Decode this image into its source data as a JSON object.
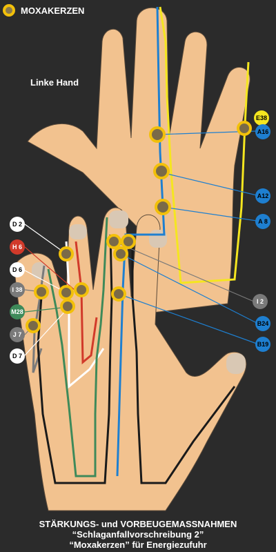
{
  "legend": {
    "label": "MOXAKERZEN"
  },
  "hand_label": "Linke Hand",
  "points": {
    "E38": "E38",
    "A16": "A16",
    "A12": "A12",
    "A8": "A 8",
    "D2": "D 2",
    "H6": "H 6",
    "D6": "D 6",
    "I38": "I 38",
    "M28": "M28",
    "J7": "J 7",
    "D7": "D 7",
    "I2": "I 2",
    "B24": "B24",
    "B19": "B19"
  },
  "footer": {
    "line1": "STÄRKUNGS- und VORBEUGEMASSNAHMEN",
    "line2": "“Schlaganfallvorschreibung 2”",
    "line3": "“Moxakerzen” für Energiezufuhr"
  },
  "colors": {
    "background": "#2b2b2b",
    "skin": "#f2c28f",
    "skin_line": "#5a4a3a",
    "nail": "#d9c8b4",
    "moxa_ring": "#f2c00a",
    "yellow": "#f5e61f",
    "blue": "#1e7fd0",
    "red": "#d13a2a",
    "white": "#ffffff",
    "green": "#3e8a5a",
    "gray": "#7a7a7a",
    "black": "#1a1a1a"
  }
}
